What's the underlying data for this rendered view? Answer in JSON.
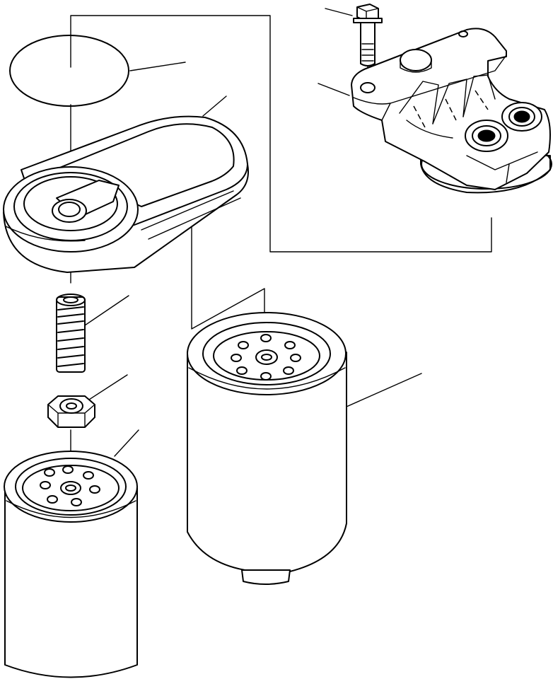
{
  "diagram": {
    "type": "exploded-parts-drawing",
    "line_color": "#000000",
    "background_color": "#ffffff",
    "parts": [
      {
        "name": "gasket",
        "shape": "oval disc"
      },
      {
        "name": "filter-head-cover",
        "shape": "oblong housing"
      },
      {
        "name": "mounting-bolt",
        "shape": "hex bolt"
      },
      {
        "name": "filter-bracket",
        "shape": "mounting bracket"
      },
      {
        "name": "threaded-nipple",
        "shape": "threaded stud"
      },
      {
        "name": "hex-nut",
        "shape": "hex nut"
      },
      {
        "name": "small-filter-cartridge",
        "shape": "spin-on cartridge"
      },
      {
        "name": "large-filter-cartridge",
        "shape": "spin-on cartridge"
      }
    ],
    "leader_lines": 8,
    "assembly_lines": 4
  }
}
